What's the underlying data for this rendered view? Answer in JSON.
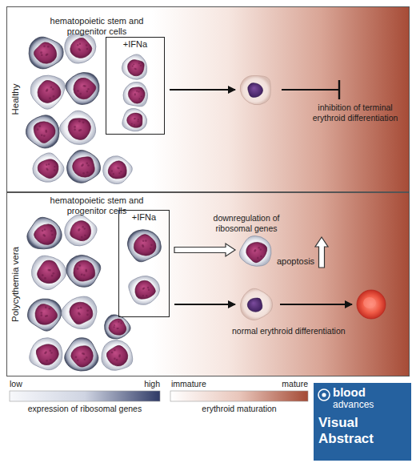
{
  "diagram": {
    "nodes": [
      {
        "text": [
          "Healthy"
        ]
      },
      {
        "text": [
          "hematopoietic stem and progenitor cells"
        ],
        "in": 0
      },
      {
        "text": [
          "+IFNa"
        ],
        "in": 0
      },
      {
        "text": [
          "inhibition of terminal erythroid differentiation"
        ],
        "in": 0
      },
      {
        "text": [
          "Polycythemia vera"
        ]
      },
      {
        "text": [
          "hematopoietic stem and progenitor cells"
        ],
        "in": 4
      },
      {
        "text": [
          "+IFNa"
        ],
        "in": 4
      },
      {
        "text": [
          "apoptosis"
        ],
        "in": 4
      },
      {
        "text": [
          "normal erythroid differentiation"
        ],
        "in": 4
      }
    ],
    "edges": [
      {
        "from": 2,
        "to": 3,
        "arrow": "to"
      },
      {
        "from": 6,
        "to": 7,
        "label": "downregulation of ribosomal genes",
        "arrow": "to"
      },
      {
        "from": 6,
        "to": 8,
        "arrow": "to"
      }
    ],
    "labels": [
      "low",
      "high",
      "immature",
      "mature",
      "blood",
      "advances",
      "Visual Abstract"
    ],
    "legend": [
      {
        "text": "expression of ribosomal genes"
      },
      {
        "text": "erythroid maturation"
      }
    ]
  }
}
